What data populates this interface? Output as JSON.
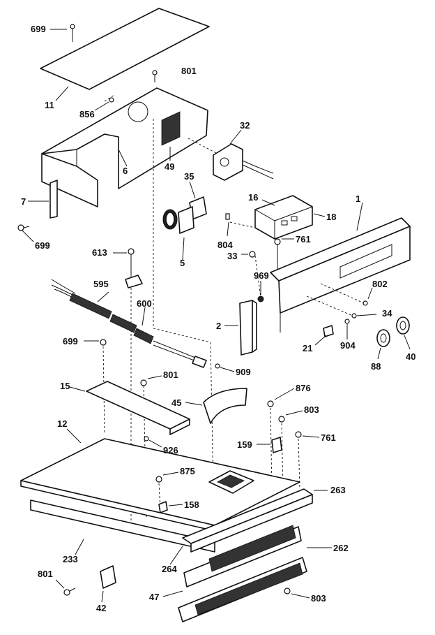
{
  "labels": {
    "c699a": "699",
    "c801a": "801",
    "c11": "11",
    "c856": "856",
    "c32": "32",
    "c49": "49",
    "c6": "6",
    "c7": "7",
    "c699b": "699",
    "c35": "35",
    "c16": "16",
    "c18": "18",
    "c1": "1",
    "c804": "804",
    "c761a": "761",
    "c5": "5",
    "c613": "613",
    "c33": "33",
    "c969": "969",
    "c802": "802",
    "c595": "595",
    "c600": "600",
    "c34": "34",
    "c2": "2",
    "c21": "21",
    "c904": "904",
    "c88": "88",
    "c40": "40",
    "c699c": "699",
    "c909": "909",
    "c801b": "801",
    "c15": "15",
    "c876a": "876",
    "c45": "45",
    "c803a": "803",
    "c12": "12",
    "c761b": "761",
    "c159": "159",
    "c926": "926",
    "c875": "875",
    "c263": "263",
    "c158": "158",
    "c262": "262",
    "c233": "233",
    "c264": "264",
    "c801c": "801",
    "c47": "47",
    "c803b": "803",
    "c42": "42"
  },
  "colors": {
    "ink": "#111111",
    "paper": "#ffffff"
  }
}
